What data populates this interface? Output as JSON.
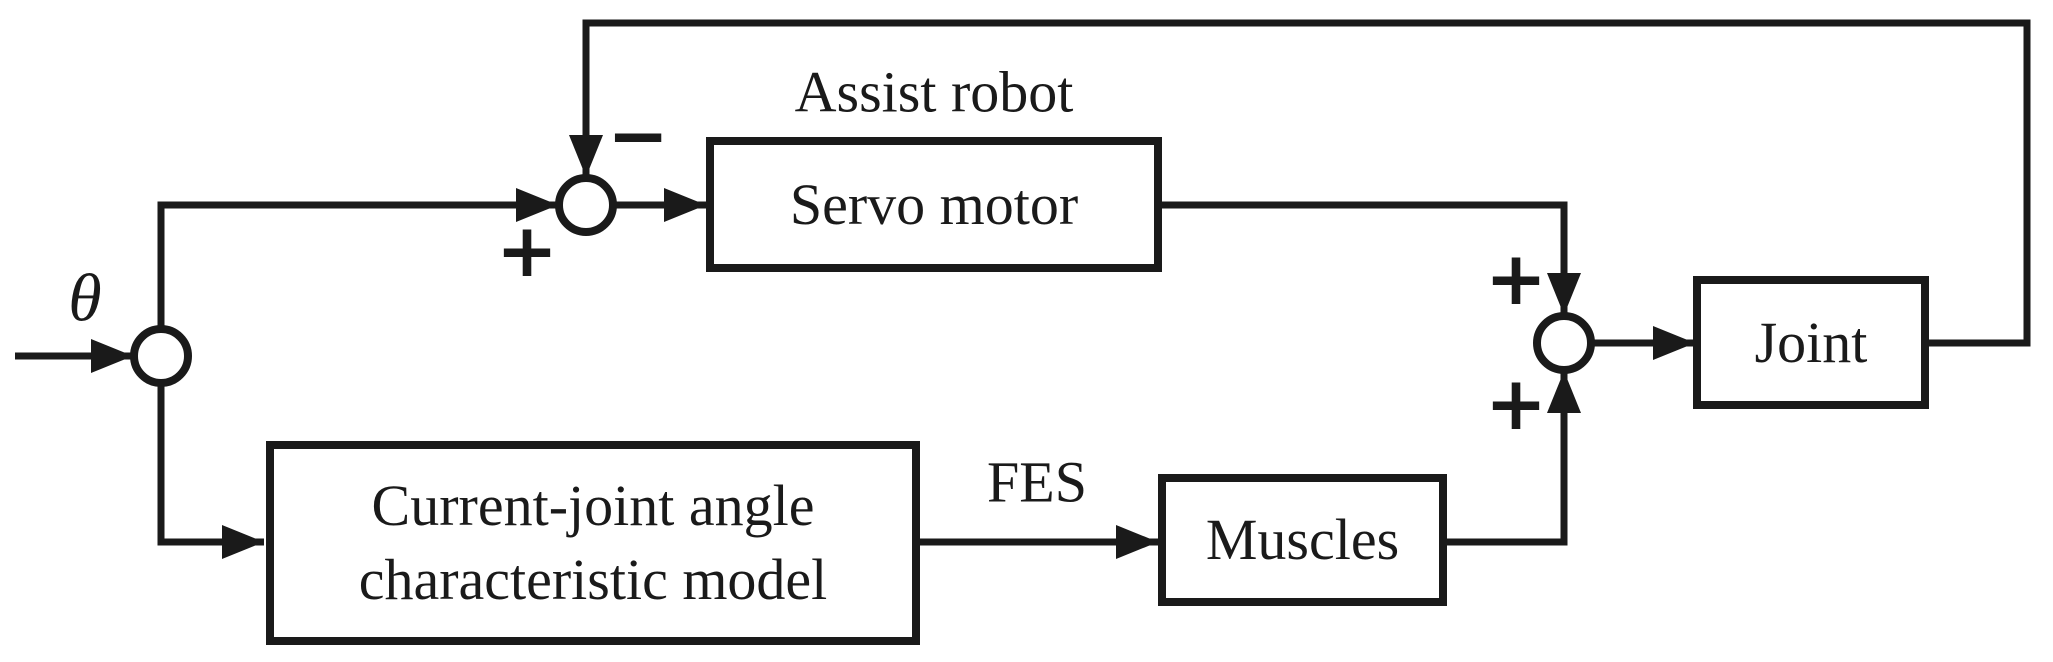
{
  "diagram": {
    "labels": {
      "input_signal": "θ",
      "assist_robot": "Assist robot",
      "fes": "FES"
    },
    "blocks": {
      "servo": "Servo motor",
      "model_line1": "Current-joint angle",
      "model_line2": "characteristic model",
      "muscles": "Muscles",
      "joint": "Joint"
    },
    "signs": {
      "sum1_plus": "+",
      "sum1_minus": "−",
      "sum2_plus_top": "+",
      "sum2_plus_bottom": "+"
    },
    "colors": {
      "stroke": "#1a1a1a",
      "background": "#ffffff"
    }
  }
}
